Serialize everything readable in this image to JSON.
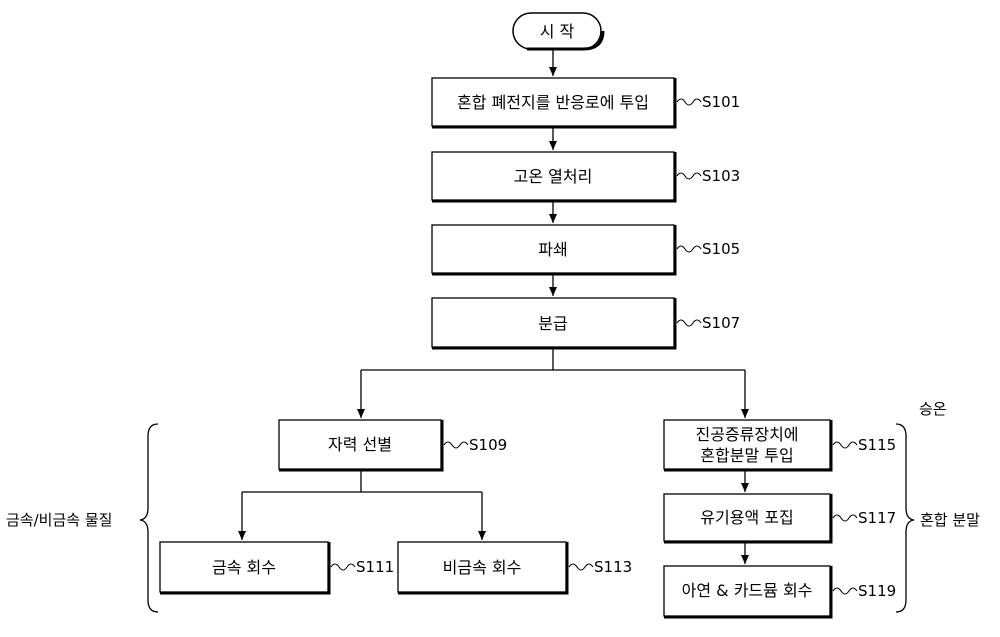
{
  "start": {
    "label": "시  작"
  },
  "steps": [
    {
      "id": "s101",
      "label": "혼합 폐전지를 반응로에 투입",
      "code": "S101"
    },
    {
      "id": "s103",
      "label": "고온 열처리",
      "code": "S103"
    },
    {
      "id": "s105",
      "label": "파쇄",
      "code": "S105"
    },
    {
      "id": "s107",
      "label": "분급",
      "code": "S107"
    },
    {
      "id": "s109",
      "label": "자력 선별",
      "code": "S109"
    },
    {
      "id": "s111",
      "label": "금속 회수",
      "code": "S111"
    },
    {
      "id": "s113",
      "label": "비금속 회수",
      "code": "S113"
    },
    {
      "id": "s115",
      "label_line1": "진공증류장치에",
      "label_line2": "혼합분말 투입",
      "code": "S115"
    },
    {
      "id": "s117",
      "label": "유기용액 포집",
      "code": "S117"
    },
    {
      "id": "s119",
      "label": "아연 & 카드뮴 회수",
      "code": "S119"
    }
  ],
  "annotations": {
    "left_brace": "금속/비금속 물질",
    "right_brace": "혼합 분말",
    "heat": "승온"
  }
}
